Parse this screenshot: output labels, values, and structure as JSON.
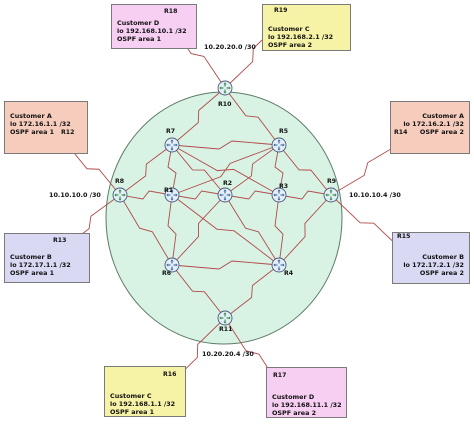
{
  "colors": {
    "backbone_fill": "#d8f3e4",
    "backbone_stroke": "#5c7a66",
    "box_pink": "#f6cdbd",
    "box_yellow": "#f7f3a6",
    "box_lavender": "#d9d9f4",
    "box_magenta": "#f6cff2",
    "link_red": "#b24a4a",
    "link_dark": "#333333",
    "router_fill": "#e6eef8",
    "router_stroke": "#4a5a7a",
    "router_arrow": "#3a6ea5",
    "router_arrow_green": "#2f8f3f"
  },
  "routers": {
    "r7": "R7",
    "r5": "R5",
    "r10": "R10",
    "r8": "R8",
    "r1": "R1",
    "r2": "R2",
    "r3": "R3",
    "r9": "R9",
    "r6": "R6",
    "r4": "R4",
    "r11": "R11",
    "r12": "R12",
    "r13": "R13",
    "r14": "R14",
    "r15": "R15",
    "r16": "R16",
    "r17": "R17",
    "r18": "R18",
    "r19": "R19"
  },
  "customers": {
    "d_top": {
      "name": "Customer D",
      "lo": "lo 192.168.10.1 /32",
      "ospf": "OSPF area 1"
    },
    "c_top": {
      "name": "Customer C",
      "lo": "lo 192.168.2.1 /32",
      "ospf": "OSPF area 2"
    },
    "a_left": {
      "name": "Customer A",
      "lo": "lo 172.16.1.1 /32",
      "ospf": "OSPF area 1"
    },
    "a_right": {
      "name": "Customer A",
      "lo": "lo 172.16.2.1 /32",
      "ospf": "OSPF area 2"
    },
    "b_left": {
      "name": "Customer B",
      "lo": "lo 172.17.1.1 /32",
      "ospf": "OSPF area 1"
    },
    "b_right": {
      "name": "Customer B",
      "lo": "lo 172.17.2.1 /32",
      "ospf": "OSPF area 2"
    },
    "c_bottom": {
      "name": "Customer C",
      "lo": "lo 192.168.1.1 /32",
      "ospf": "OSPF area 1"
    },
    "d_bottom": {
      "name": "Customer D",
      "lo": "lo 192.168.11.1 /32",
      "ospf": "OSPF area 2"
    }
  },
  "subnets": {
    "top": "10.20.20.0 /30",
    "left": "10.10.10.0 /30",
    "right": "10.10.10.4 /30",
    "bottom": "10.20.20.4 /30"
  }
}
